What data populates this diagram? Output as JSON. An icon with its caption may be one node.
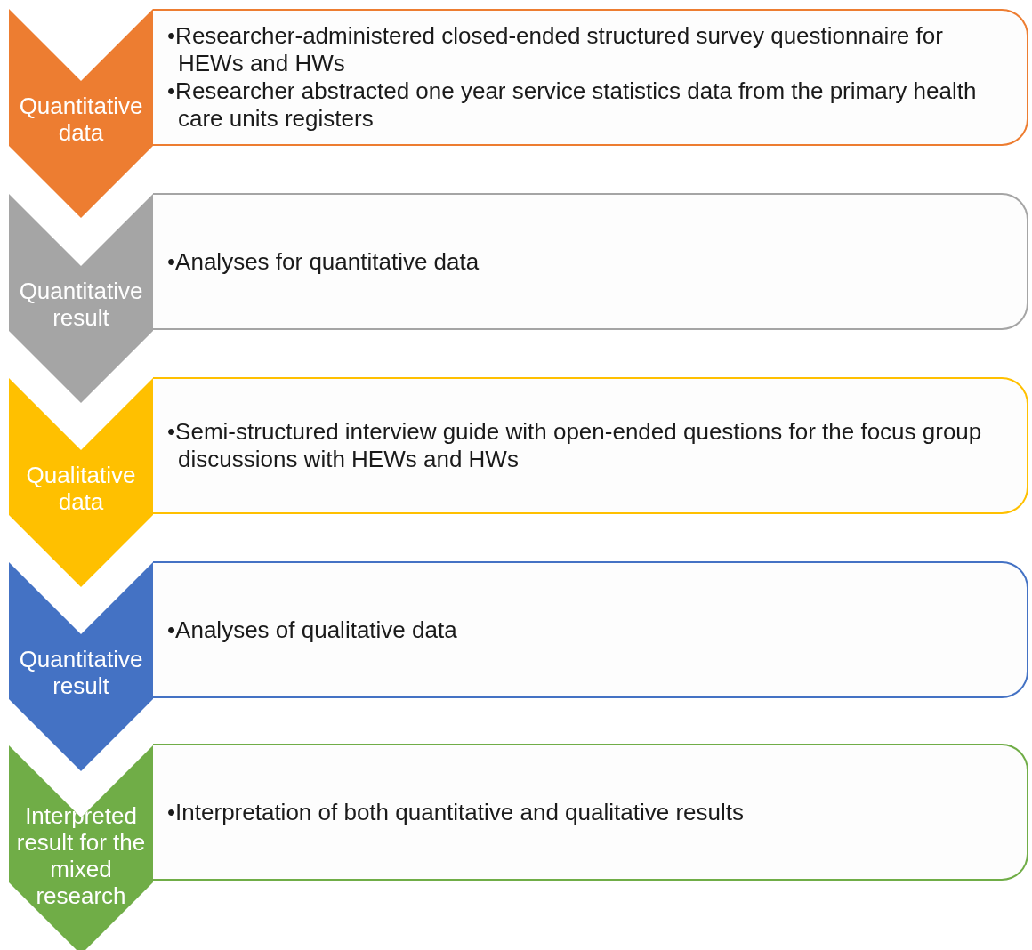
{
  "diagram": {
    "nodes": [
      {
        "text": [
          "Quantitative data"
        ]
      },
      {
        "text": [
          "•Researcher-administered closed-ended structured survey questionnaire for HEWs and HWs",
          "•Researcher abstracted one year service statistics data from the primary health care units registers"
        ]
      },
      {
        "text": [
          "Quantitative result"
        ]
      },
      {
        "text": [
          "•Analyses for quantitative data"
        ]
      },
      {
        "text": [
          "Qualitative data"
        ]
      },
      {
        "text": [
          "•Semi-structured interview guide with open-ended questions for the focus group discussions with HEWs and HWs"
        ]
      },
      {
        "text": [
          "Quantitative result"
        ]
      },
      {
        "text": [
          "•Analyses of qualitative data"
        ]
      },
      {
        "text": [
          "Interpreted result for the mixed research"
        ]
      },
      {
        "text": [
          "•Interpretation of both quantitative and qualitative results"
        ]
      }
    ]
  }
}
